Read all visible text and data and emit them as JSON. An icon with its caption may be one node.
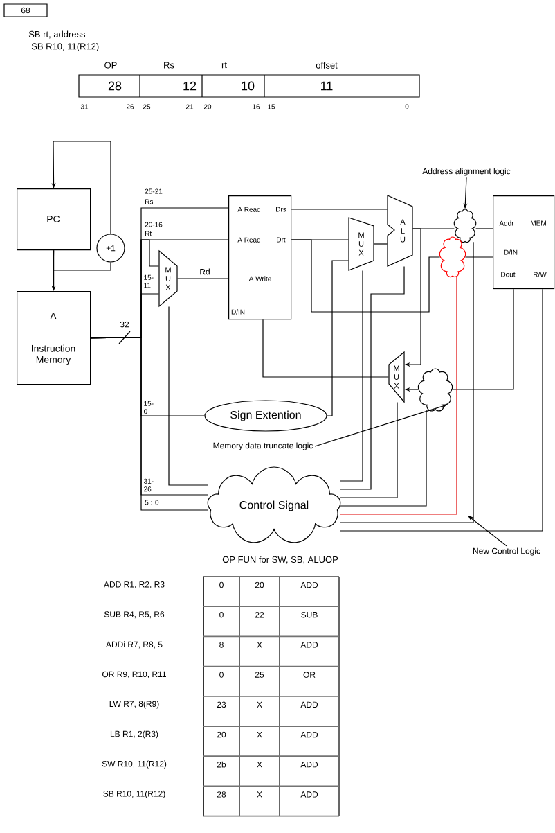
{
  "diagram": {
    "nodes": [
      {
        "text": [
          "PC"
        ]
      },
      {
        "text": [
          "+1"
        ]
      },
      {
        "text": [
          "A",
          "Instruction Memory"
        ]
      },
      {
        "text": [
          "A Read",
          "Drs",
          "A Read",
          "Drt",
          "A Write",
          "D/IN"
        ]
      },
      {
        "text": [
          "M U X"
        ]
      },
      {
        "text": [
          "M U X"
        ]
      },
      {
        "text": [
          "A L U"
        ]
      },
      {
        "text": [],
        "shape": "cloud"
      },
      {
        "text": [],
        "shape": "cloud"
      },
      {
        "text": [
          "Addr",
          "MEM",
          "D/IN",
          "Dout",
          "R/W"
        ]
      },
      {
        "text": [
          "Sign Extention"
        ]
      },
      {
        "text": [
          "M U X"
        ]
      },
      {
        "text": [],
        "shape": "cloud"
      },
      {
        "text": [
          "Control Signal"
        ]
      },
      {
        "text": [
          "Address alignment logic"
        ]
      },
      {
        "text": [
          "Memory data truncate logic"
        ]
      },
      {
        "text": [
          "New Control Logic"
        ]
      }
    ],
    "edges": [
      {
        "from": 0,
        "to": 2,
        "arrow": "to"
      },
      {
        "from": 0,
        "to": 1,
        "arrow": "none"
      },
      {
        "from": 1,
        "to": 0,
        "arrow": "to"
      },
      {
        "from": 2,
        "to": 3,
        "arrow": "none"
      },
      {
        "from": 2,
        "to": 3,
        "arrow": "none"
      },
      {
        "from": 2,
        "to": 4,
        "arrow": "none"
      },
      {
        "from": 2,
        "to": 4,
        "arrow": "none"
      },
      {
        "from": 2,
        "to": 10,
        "arrow": "none"
      },
      {
        "from": 2,
        "to": 13,
        "arrow": "none"
      },
      {
        "from": 2,
        "to": 13,
        "arrow": "none"
      },
      {
        "from": 4,
        "to": 3,
        "arrow": "none",
        "label": "Rd"
      },
      {
        "from": 3,
        "to": 6,
        "arrow": "none"
      },
      {
        "from": 3,
        "to": 5,
        "arrow": "none"
      },
      {
        "from": 3,
        "to": 8,
        "arrow": "none"
      },
      {
        "from": 8,
        "to": 9,
        "arrow": "none"
      },
      {
        "from": 10,
        "to": 5,
        "arrow": "none"
      },
      {
        "from": 5,
        "to": 6,
        "arrow": "none"
      },
      {
        "from": 6,
        "to": 7,
        "arrow": "none"
      },
      {
        "from": 7,
        "to": 9,
        "arrow": "none"
      },
      {
        "from": 6,
        "to": 11,
        "arrow": "to"
      },
      {
        "from": 9,
        "to": 12,
        "arrow": "none"
      },
      {
        "from": 12,
        "to": 11,
        "arrow": "to"
      },
      {
        "from": 11,
        "to": 3,
        "arrow": "none"
      },
      {
        "from": 13,
        "to": 4,
        "arrow": "none"
      },
      {
        "from": 13,
        "to": 5,
        "arrow": "none"
      },
      {
        "from": 13,
        "to": 6,
        "arrow": "none"
      },
      {
        "from": 13,
        "to": 11,
        "arrow": "none"
      },
      {
        "from": 13,
        "to": 12,
        "arrow": "none"
      },
      {
        "from": 13,
        "to": 8,
        "arrow": "none",
        "color": "#e00000"
      },
      {
        "from": 13,
        "to": 7,
        "arrow": "none"
      },
      {
        "from": 13,
        "to": 9,
        "arrow": "none"
      },
      {
        "from": 14,
        "to": 7,
        "arrow": "to"
      },
      {
        "from": 15,
        "to": 12,
        "arrow": "to"
      },
      {
        "from": 16,
        "to": null,
        "arrow": "to"
      }
    ],
    "labels": [
      "68",
      "SB rt, address",
      "SB R10, 11(R12)",
      "OP",
      "Rs",
      "rt",
      "offset",
      "28",
      "12",
      "10",
      "11",
      "31",
      "26",
      "25",
      "21",
      "20",
      "16",
      "15",
      "0",
      "25-21",
      "Rs",
      "20-16",
      "Rt",
      "15- 11",
      "32",
      "15- 0",
      "31- 26",
      "5 : 0",
      "OP FUN for SW, SB, ALUOP",
      "ADD R1, R2, R3",
      "0",
      "20",
      "ADD",
      "SUB R4, R5, R6",
      "0",
      "22",
      "SUB",
      "ADDi R7, R8, 5",
      "8",
      "X",
      "ADD",
      "OR R9, R10, R11",
      "0",
      "25",
      "OR",
      "LW R7, 8(R9)",
      "23",
      "X",
      "ADD",
      "LB R1, 2(R3)",
      "20",
      "X",
      "ADD",
      "SW R10, 11(R12)",
      "2b",
      "X",
      "ADD",
      "SB R10, 11(R12)",
      "28",
      "X",
      "ADD"
    ]
  }
}
